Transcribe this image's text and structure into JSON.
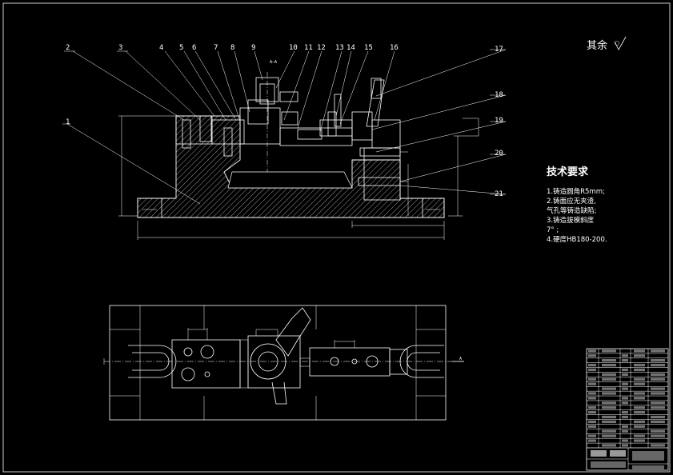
{
  "roughness_note": "其余",
  "part_labels": [
    "1",
    "2",
    "3",
    "4",
    "5",
    "6",
    "7",
    "8",
    "9",
    "10",
    "11",
    "12",
    "13",
    "14",
    "15",
    "16",
    "17",
    "18",
    "19",
    "20",
    "21"
  ],
  "section_label": "A—A",
  "tech_requirements": {
    "title": "技术要求",
    "items": [
      "1.铸造圆角R5mm;",
      "2.铸面应无夹渣,",
      "   气孔等铸造缺陷;",
      "3.铸造拔模斜度",
      "7°  ;",
      "4.硬度HB180-200."
    ]
  },
  "view_arrow_label": "A",
  "colors": {
    "background": "#000000",
    "lines": "#ffffff"
  }
}
